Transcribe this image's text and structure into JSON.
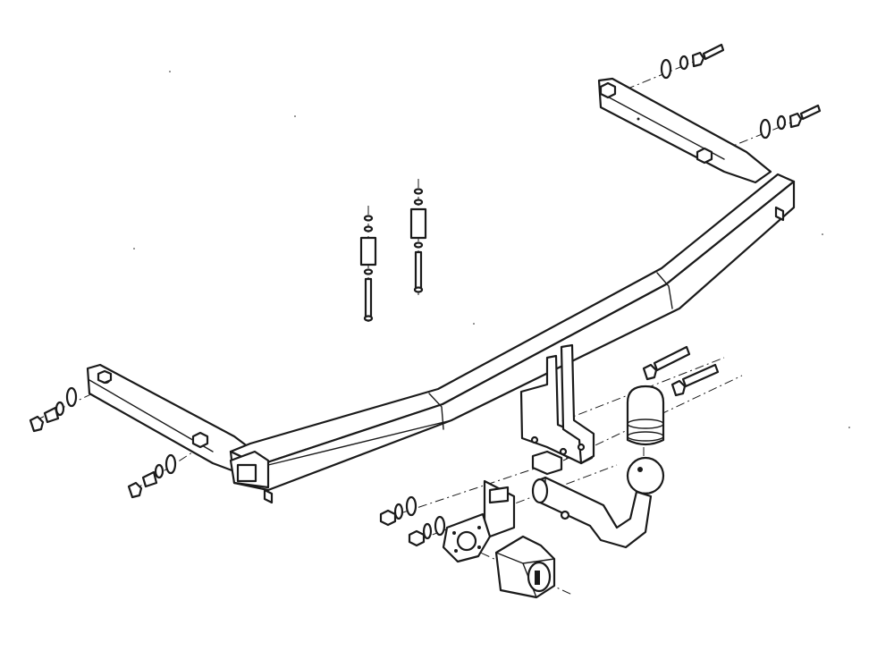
{
  "diagram": {
    "kind": "exploded-assembly",
    "subject": "tow bar hitch",
    "line_color": "#1a1a1a",
    "background": "#ffffff",
    "components": [
      "crossbar",
      "left-side-bracket",
      "right-side-bracket",
      "drop-plate",
      "tow-ball-neck",
      "tow-ball-cover",
      "socket-mounting-plate",
      "electrical-socket",
      "bolt-washer-stack",
      "spacer-tube-stack",
      "mounting-bolt",
      "hex-nut"
    ]
  }
}
